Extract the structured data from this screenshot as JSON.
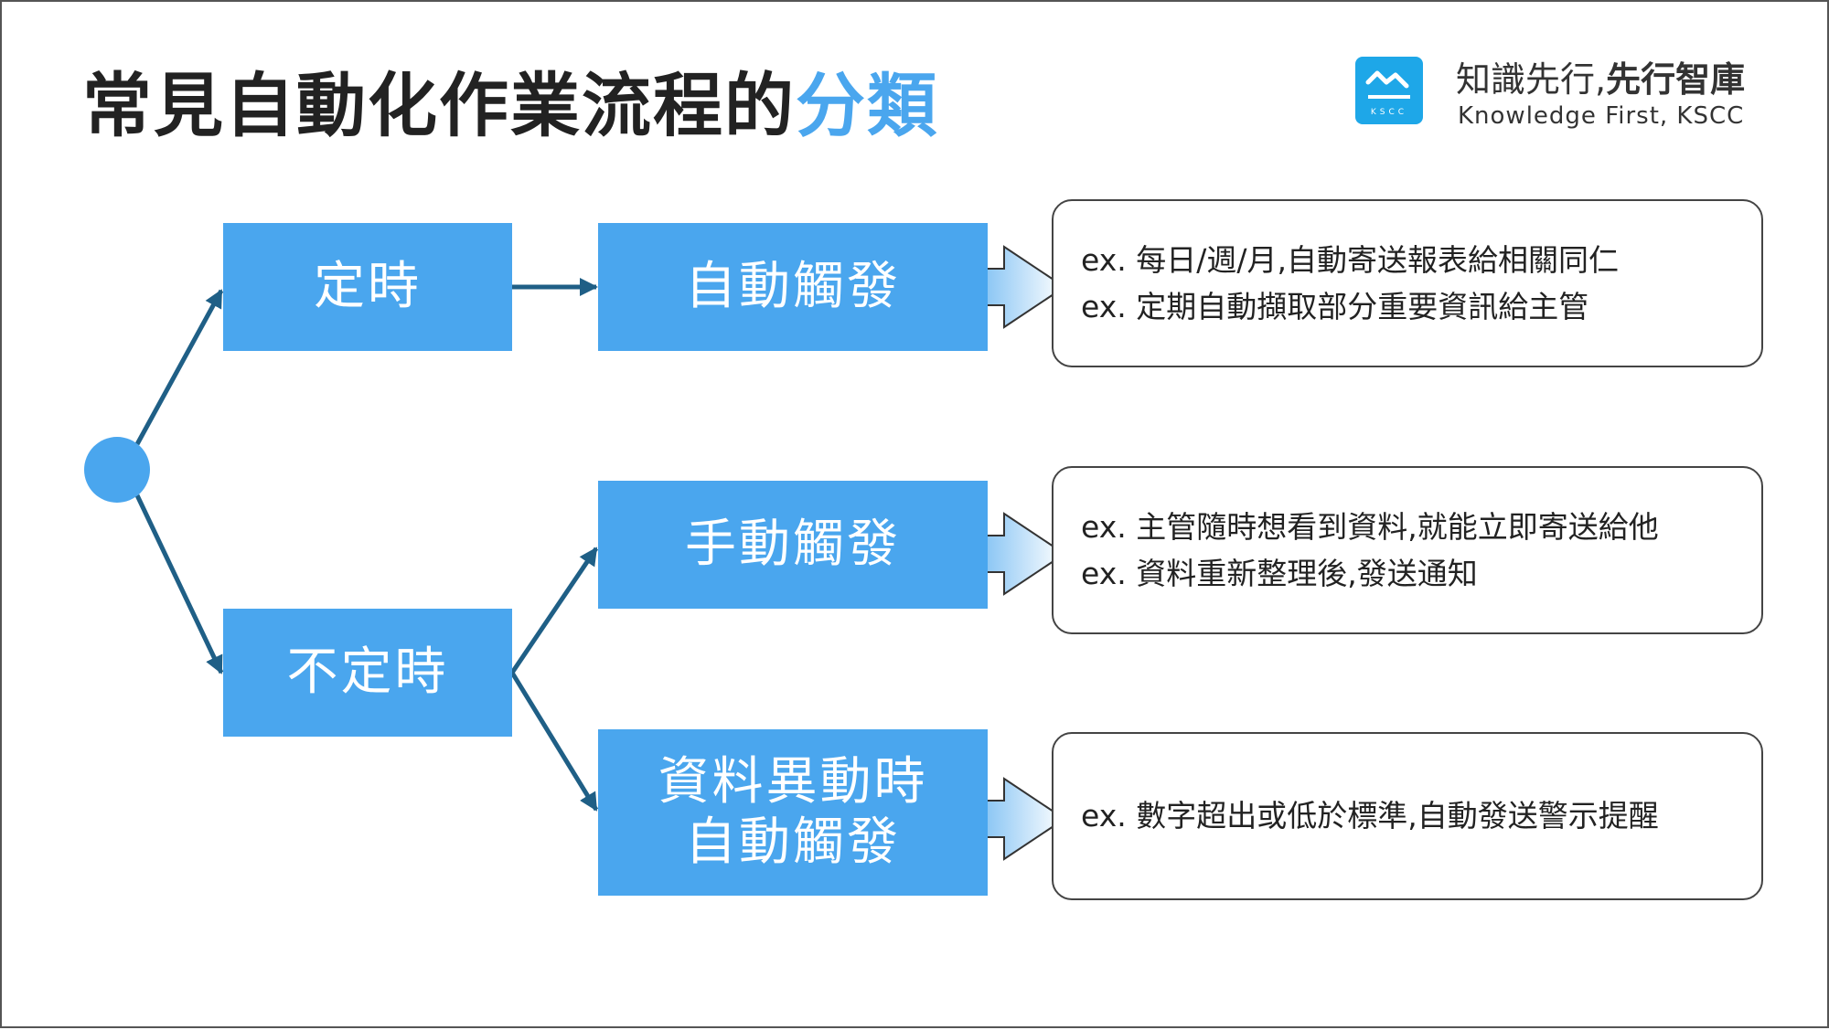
{
  "title": {
    "main": "常見自動化作業流程的",
    "accent": "分類"
  },
  "brand": {
    "name_regular": "知識先行,",
    "name_bold": "先行智庫",
    "tagline": "Knowledge First, KSCC",
    "logo_text": "KSCC",
    "logo_icon": "kscc-logo-icon"
  },
  "nodes": {
    "scheduled": "定時",
    "unscheduled": "不定時",
    "auto_trigger": "自動觸發",
    "manual_trigger": "手動觸發",
    "data_change_line1": "資料異動時",
    "data_change_line2": "自動觸發"
  },
  "examples": {
    "auto": [
      "ex. 每日/週/月,自動寄送報表給相關同仁",
      "ex. 定期自動擷取部分重要資訊給主管"
    ],
    "manual": [
      "ex. 主管隨時想看到資料,就能立即寄送給他",
      "ex. 資料重新整理後,發送通知"
    ],
    "data_change": [
      "ex. 數字超出或低於標準,自動發送警示提醒"
    ]
  },
  "colors": {
    "accent": "#4aa6ee",
    "connector": "#1f5f86",
    "title": "#222222",
    "border": "#444444"
  }
}
